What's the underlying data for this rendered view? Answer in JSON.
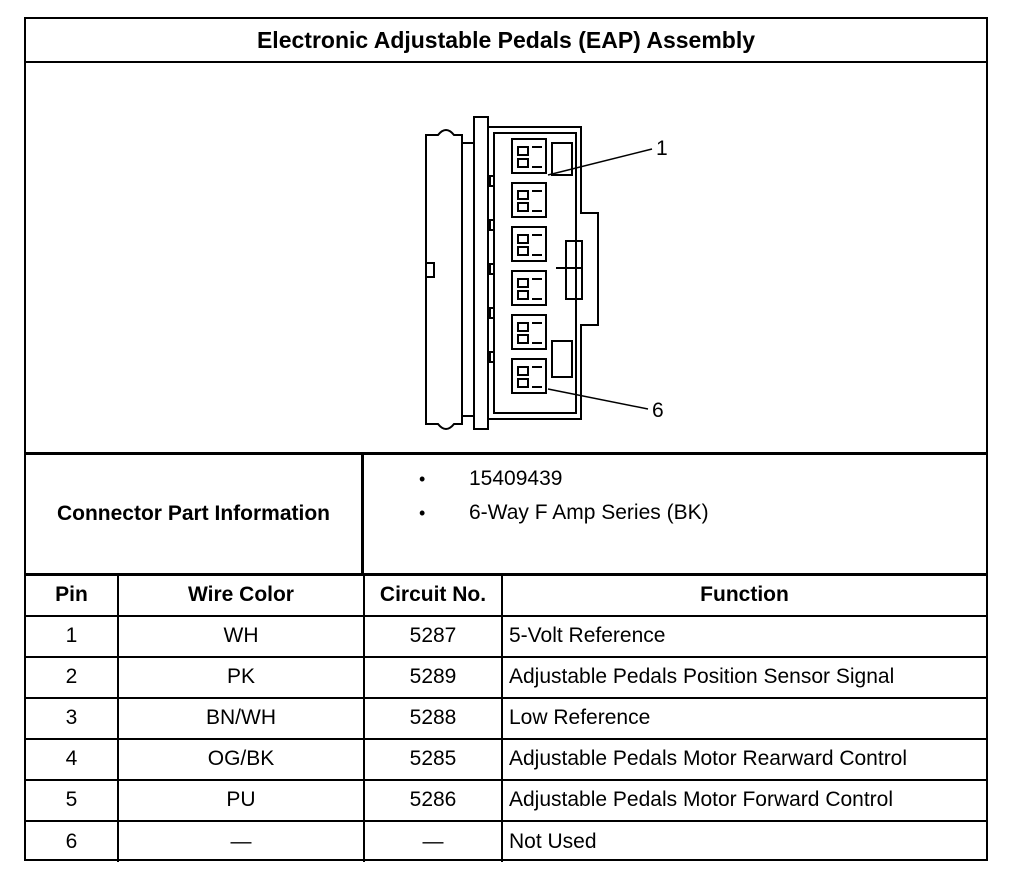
{
  "title": "Electronic Adjustable Pedals (EAP) Assembly",
  "figure": {
    "callout_top": "1",
    "callout_bottom": "6"
  },
  "connector_info": {
    "label": "Connector Part Information",
    "bullet": "•",
    "items": [
      "15409439",
      "6-Way F Amp Series (BK)"
    ]
  },
  "table": {
    "headers": [
      "Pin",
      "Wire Color",
      "Circuit No.",
      "Function"
    ],
    "rows": [
      [
        "1",
        "WH",
        "5287",
        "5-Volt Reference"
      ],
      [
        "2",
        "PK",
        "5289",
        "Adjustable Pedals Position Sensor Signal"
      ],
      [
        "3",
        "BN/WH",
        "5288",
        "Low Reference"
      ],
      [
        "4",
        "OG/BK",
        "5285",
        "Adjustable Pedals Motor Rearward Control"
      ],
      [
        "5",
        "PU",
        "5286",
        "Adjustable Pedals Motor Forward Control"
      ],
      [
        "6",
        "—",
        "—",
        "Not Used"
      ]
    ]
  }
}
